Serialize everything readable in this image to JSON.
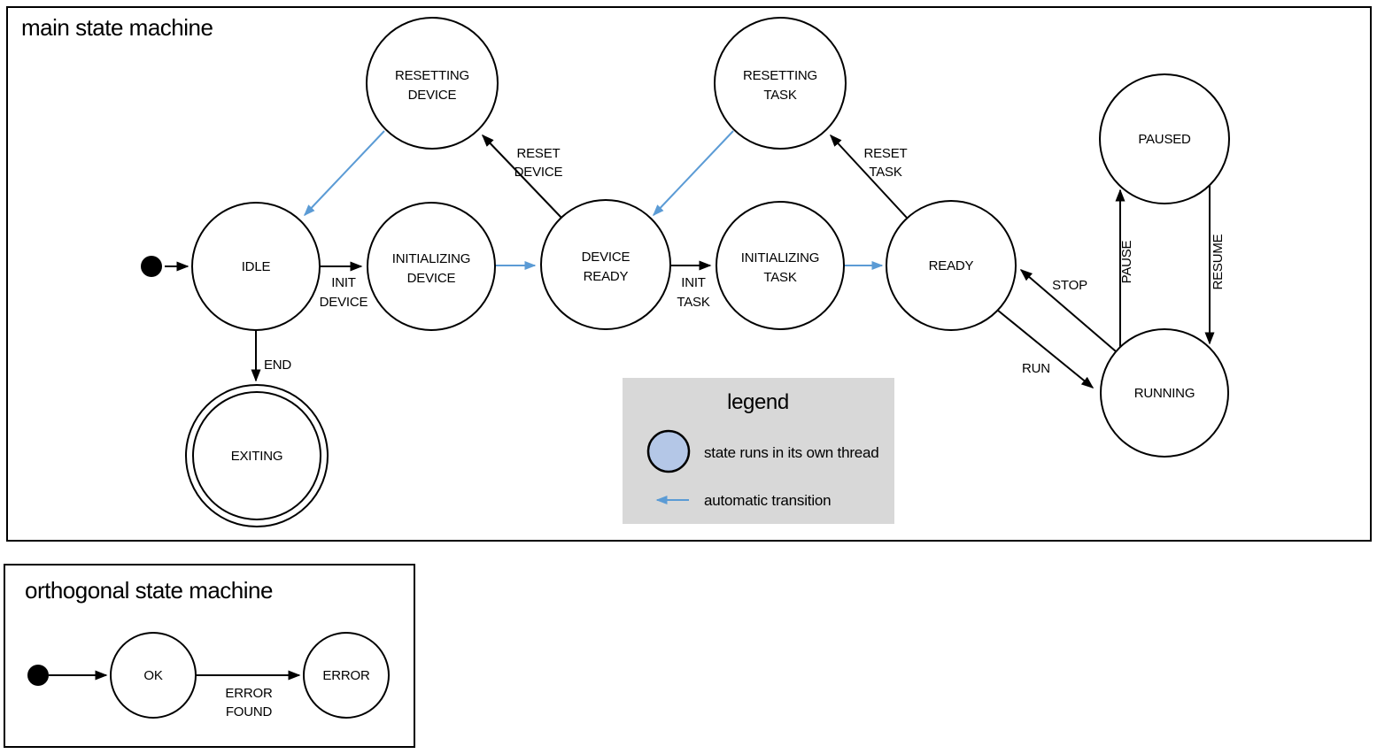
{
  "colors": {
    "thread_state_fill": "#b4c7e7",
    "automatic_transition": "#5b9bd5",
    "outline": "#000000",
    "legend_background": "#d8d8d8"
  },
  "main_machine": {
    "title": "main state machine",
    "states": {
      "idle": {
        "label": "IDLE",
        "threaded": false
      },
      "resetting_device": {
        "label_line1": "RESETTING",
        "label_line2": "DEVICE",
        "threaded": true
      },
      "initializing_device": {
        "label_line1": "INITIALIZING",
        "label_line2": "DEVICE",
        "threaded": true
      },
      "device_ready": {
        "label_line1": "DEVICE",
        "label_line2": "READY",
        "threaded": false
      },
      "resetting_task": {
        "label_line1": "RESETTING",
        "label_line2": "TASK",
        "threaded": true
      },
      "initializing_task": {
        "label_line1": "INITIALIZING",
        "label_line2": "TASK",
        "threaded": true
      },
      "ready": {
        "label": "READY",
        "threaded": false
      },
      "paused": {
        "label": "PAUSED",
        "threaded": true
      },
      "running": {
        "label": "RUNNING",
        "threaded": true
      },
      "exiting": {
        "label": "EXITING",
        "threaded": true,
        "final": true
      }
    },
    "transitions": {
      "init_device": {
        "label_line1": "INIT",
        "label_line2": "DEVICE"
      },
      "reset_device": {
        "label_line1": "RESET",
        "label_line2": "DEVICE"
      },
      "init_task": {
        "label_line1": "INIT",
        "label_line2": "TASK"
      },
      "reset_task": {
        "label_line1": "RESET",
        "label_line2": "TASK"
      },
      "end": {
        "label": "END"
      },
      "stop": {
        "label": "STOP"
      },
      "run": {
        "label": "RUN"
      },
      "pause": {
        "label": "PAUSE"
      },
      "resume": {
        "label": "RESUME"
      }
    }
  },
  "legend": {
    "title": "legend",
    "items": [
      {
        "symbol": "threaded-state-circle",
        "label": "state runs in its own thread"
      },
      {
        "symbol": "automatic-transition-arrow",
        "label": "automatic transition"
      }
    ]
  },
  "orthogonal_machine": {
    "title": "orthogonal state machine",
    "states": {
      "ok": {
        "label": "OK"
      },
      "error": {
        "label": "ERROR"
      }
    },
    "transitions": {
      "error_found": {
        "label_line1": "ERROR",
        "label_line2": "FOUND"
      }
    }
  }
}
